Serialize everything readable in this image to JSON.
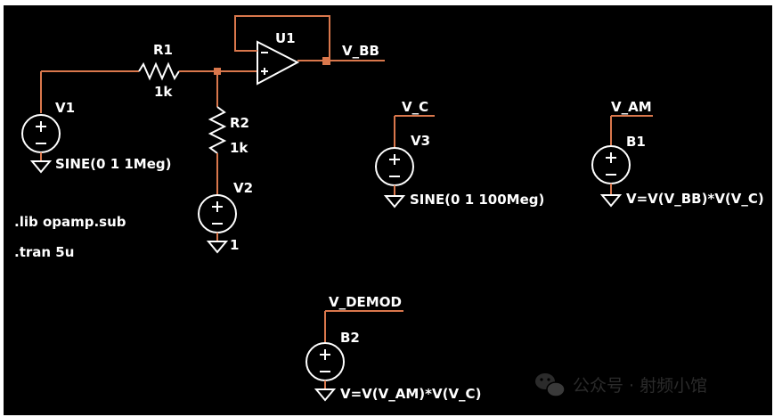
{
  "colors": {
    "wire": "#d9774c",
    "symbol": "#ffffff",
    "background": "#000000"
  },
  "components": {
    "v1": {
      "name": "V1",
      "value": "SINE(0 1 1Meg)"
    },
    "r1": {
      "name": "R1",
      "value": "1k"
    },
    "r2": {
      "name": "R2",
      "value": "1k"
    },
    "v2": {
      "name": "V2",
      "value": "1"
    },
    "u1": {
      "name": "U1"
    },
    "v3": {
      "name": "V3",
      "value": "SINE(0 1 100Meg)"
    },
    "b1": {
      "name": "B1",
      "value": "V=V(V_BB)*V(V_C)"
    },
    "b2": {
      "name": "B2",
      "value": "V=V(V_AM)*V(V_C)"
    }
  },
  "nets": {
    "vbb": "V_BB",
    "vc": "V_C",
    "vam": "V_AM",
    "vdemod": "V_DEMOD"
  },
  "directives": {
    "lib": ".lib opamp.sub",
    "tran": ".tran 5u"
  },
  "watermark": {
    "icon": "wechat-icon",
    "text": "公众号 · 射频小馆"
  }
}
